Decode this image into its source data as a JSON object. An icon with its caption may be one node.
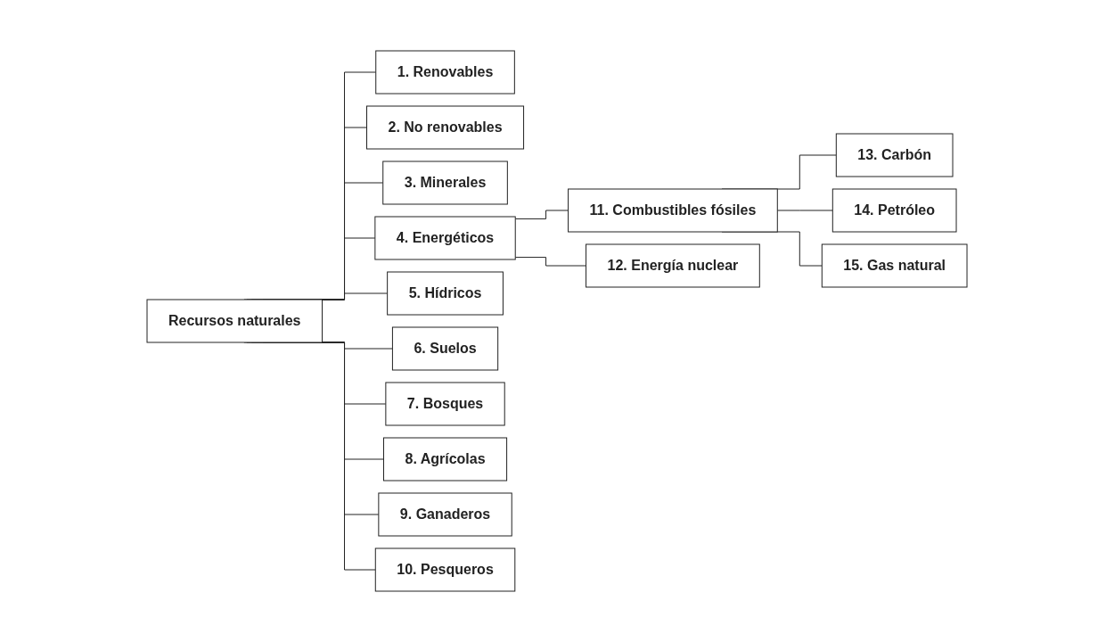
{
  "diagram": {
    "nodes": [
      {
        "text": [
          "Recursos naturales"
        ]
      },
      {
        "text": [
          "**1.** Renovables"
        ]
      },
      {
        "text": [
          "**2.** No renovables"
        ]
      },
      {
        "text": [
          "**3.** Minerales"
        ]
      },
      {
        "text": [
          "**4.** Energéticos"
        ]
      },
      {
        "text": [
          "**5.** Hídricos"
        ]
      },
      {
        "text": [
          "**6.** Suelos"
        ]
      },
      {
        "text": [
          "**7.** Bosques"
        ]
      },
      {
        "text": [
          "**8.** Agrícolas"
        ]
      },
      {
        "text": [
          "**9.** Ganaderos"
        ]
      },
      {
        "text": [
          "**10.** Pesqueros"
        ]
      },
      {
        "text": [
          "**11.** Combustibles fósiles"
        ]
      },
      {
        "text": [
          "**12.** Energía nuclear"
        ]
      },
      {
        "text": [
          "**13.** Carbón"
        ]
      },
      {
        "text": [
          "**14.** Petróleo"
        ]
      },
      {
        "text": [
          "**15.** Gas natural"
        ]
      }
    ],
    "edges": [
      {
        "from": 0,
        "to": 1,
        "arrow": "none"
      },
      {
        "from": 0,
        "to": 2,
        "arrow": "none"
      },
      {
        "from": 0,
        "to": 3,
        "arrow": "none"
      },
      {
        "from": 0,
        "to": 4,
        "arrow": "none"
      },
      {
        "from": 0,
        "to": 5,
        "arrow": "none"
      },
      {
        "from": 0,
        "to": 6,
        "arrow": "none"
      },
      {
        "from": 0,
        "to": 7,
        "arrow": "none"
      },
      {
        "from": 0,
        "to": 8,
        "arrow": "none"
      },
      {
        "from": 0,
        "to": 9,
        "arrow": "none"
      },
      {
        "from": 0,
        "to": 10,
        "arrow": "none"
      },
      {
        "from": 4,
        "to": 11,
        "arrow": "none"
      },
      {
        "from": 4,
        "to": 12,
        "arrow": "none"
      },
      {
        "from": 11,
        "to": 13,
        "arrow": "none"
      },
      {
        "from": 11,
        "to": 14,
        "arrow": "none"
      },
      {
        "from": 11,
        "to": 15,
        "arrow": "none"
      }
    ]
  }
}
